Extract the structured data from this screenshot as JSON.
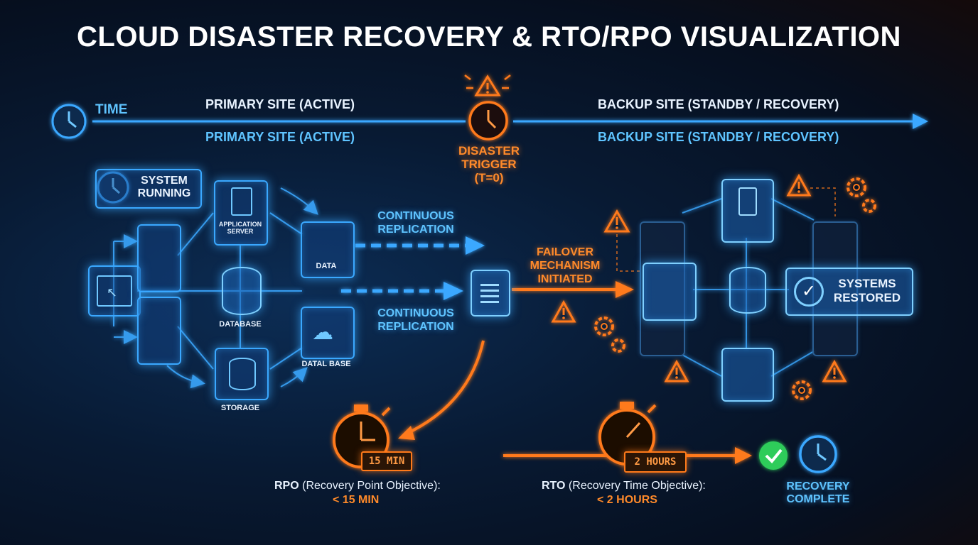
{
  "title": "CLOUD DISASTER RECOVERY & RTO/RPO VISUALIZATION",
  "timeline": {
    "time_label": "TIME",
    "primary_label": "PRIMARY SITE (ACTIVE)",
    "primary_sublabel": "PRIMARY SITE (ACTIVE)",
    "backup_label": "BACKUP SITE (STANDBY / RECOVERY)",
    "backup_sublabel": "BACKUP SITE (STANDBY / RECOVERY)"
  },
  "disaster": {
    "line1": "DISASTER",
    "line2": "TRIGGER",
    "line3": "(T=0)"
  },
  "primary_site": {
    "status_line1": "SYSTEM",
    "status_line2": "RUNNING",
    "app_server_line1": "APPLICATION",
    "app_server_line2": "SERVER",
    "data_label": "DATA",
    "database_label": "DATABASE",
    "database2_label": "DATAL BASE",
    "storage_label": "STORAGE"
  },
  "replication": {
    "top_line1": "CONTINUOUS",
    "top_line2": "REPLICATION",
    "bottom_line1": "CONTINUOUS",
    "bottom_line2": "REPLICATION"
  },
  "failover": {
    "line1": "FAILOVER",
    "line2": "MECHANISM",
    "line3": "INITIATED"
  },
  "backup_site": {
    "restored_line1": "SYSTEMS",
    "restored_line2": "RESTORED"
  },
  "rpo": {
    "timer": "15 MIN",
    "label_bold": "RPO",
    "label_rest": " (Recovery Point Objective):",
    "value": "< 15 MIN"
  },
  "rto": {
    "timer": "2 HOURS",
    "label_bold": "RTO",
    "label_rest": " (Recovery Time Objective):",
    "value": "< 2 HOURS"
  },
  "recovery": {
    "line1": "RECOVERY",
    "line2": "COMPLETE"
  },
  "colors": {
    "blue": "#3aa8ff",
    "orange": "#ff7a1a",
    "green": "#2ecc5a"
  }
}
